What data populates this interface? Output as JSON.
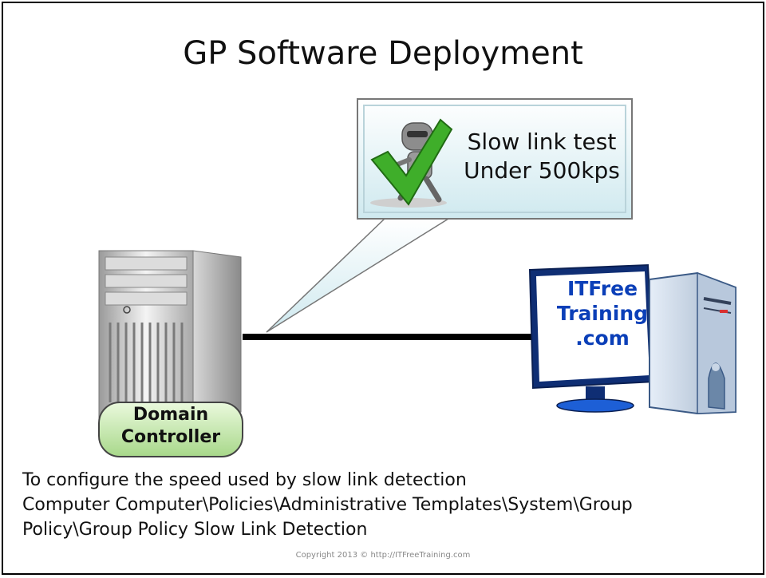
{
  "slide": {
    "title": "GP Software Deployment",
    "callout": {
      "line1": "Slow link test",
      "line2": "Under 500kps"
    },
    "server_badge": {
      "line1": "Domain",
      "line2": "Controller"
    },
    "monitor": {
      "line1": "ITFree",
      "line2": "Training",
      "line3": ".com"
    },
    "body": {
      "line1": "To configure the speed used by slow link detection",
      "line2": "Computer Computer\\Policies\\Administrative Templates\\System\\Group",
      "line3": "Policy\\Group Policy Slow Link Detection"
    },
    "copyright": "Copyright 2013 © http://ITFreeTraining.com"
  },
  "colors": {
    "check_green": "#3fae2a",
    "monitor_blue": "#1d5fd6",
    "badge_green": "#c6eca4"
  }
}
